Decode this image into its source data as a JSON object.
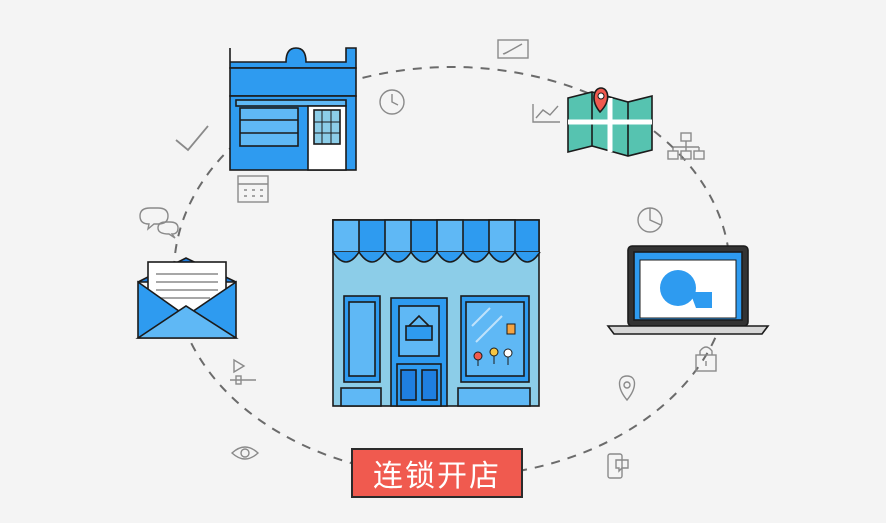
{
  "caption": {
    "text": "连锁开店"
  },
  "colors": {
    "background": "#f4f4f4",
    "blue_dark": "#1f7fe0",
    "blue": "#2e9bf0",
    "blue_light": "#5fb8f5",
    "shop_wall": "#8ccde8",
    "outline": "#1b1b1b",
    "dash": "#6b6b6b",
    "icon_gray": "#8a8a8a",
    "label_red": "#f05a4f",
    "map_green": "#56c3b0",
    "map_pin": "#f05a4f"
  },
  "illustrations": [
    "storefront-main",
    "small-shop",
    "map-with-pin",
    "laptop-chart",
    "open-envelope"
  ],
  "decorative_icons": [
    "pen-sign-icon",
    "line-chart-icon",
    "clock-icon",
    "checkmark-icon",
    "calendar-icon",
    "chat-bubbles-icon",
    "org-chart-icon",
    "pie-chart-icon",
    "padlock-icon",
    "location-pin-icon",
    "play-slider-icon",
    "eye-icon",
    "phone-message-icon"
  ]
}
